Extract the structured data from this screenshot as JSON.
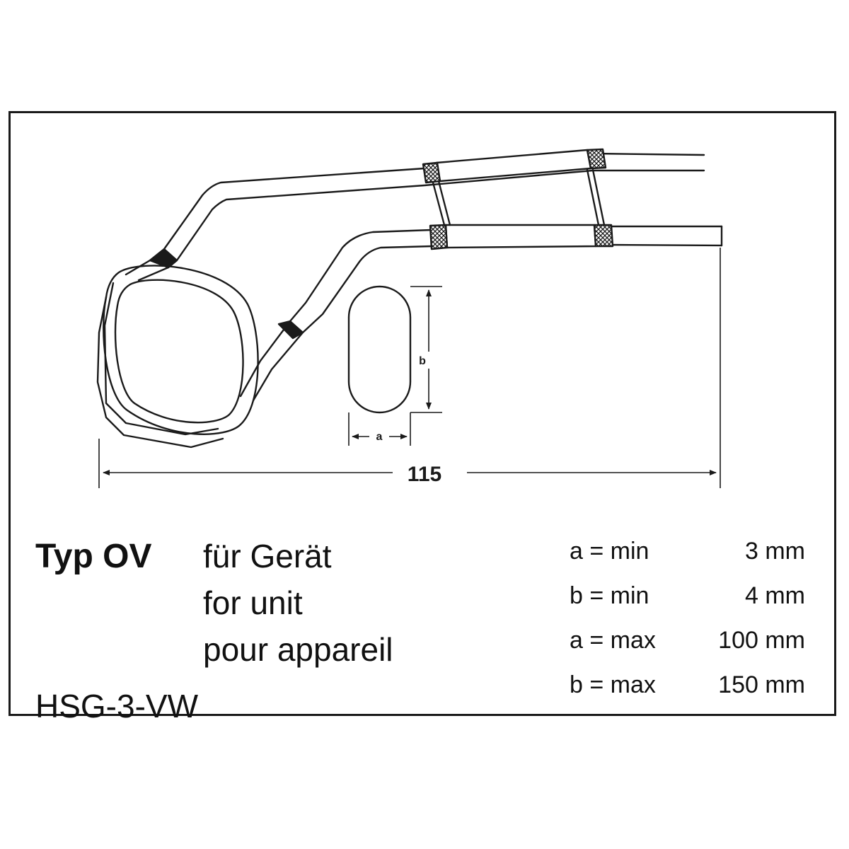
{
  "drawing": {
    "overall_dimension": "115",
    "dim_a": "a",
    "dim_b": "b"
  },
  "title": {
    "type_label": "Typ OV",
    "desc_de": "für Gerät",
    "desc_en": "for unit",
    "desc_fr": "pour appareil",
    "model": "HSG-3-VW"
  },
  "specs": [
    {
      "label": "a = min",
      "value": "3 mm"
    },
    {
      "label": "b = min",
      "value": "4 mm"
    },
    {
      "label": "a = max",
      "value": "100 mm"
    },
    {
      "label": "b = max",
      "value": "150 mm"
    }
  ],
  "colors": {
    "line": "#1a1a1a",
    "background": "#ffffff"
  }
}
